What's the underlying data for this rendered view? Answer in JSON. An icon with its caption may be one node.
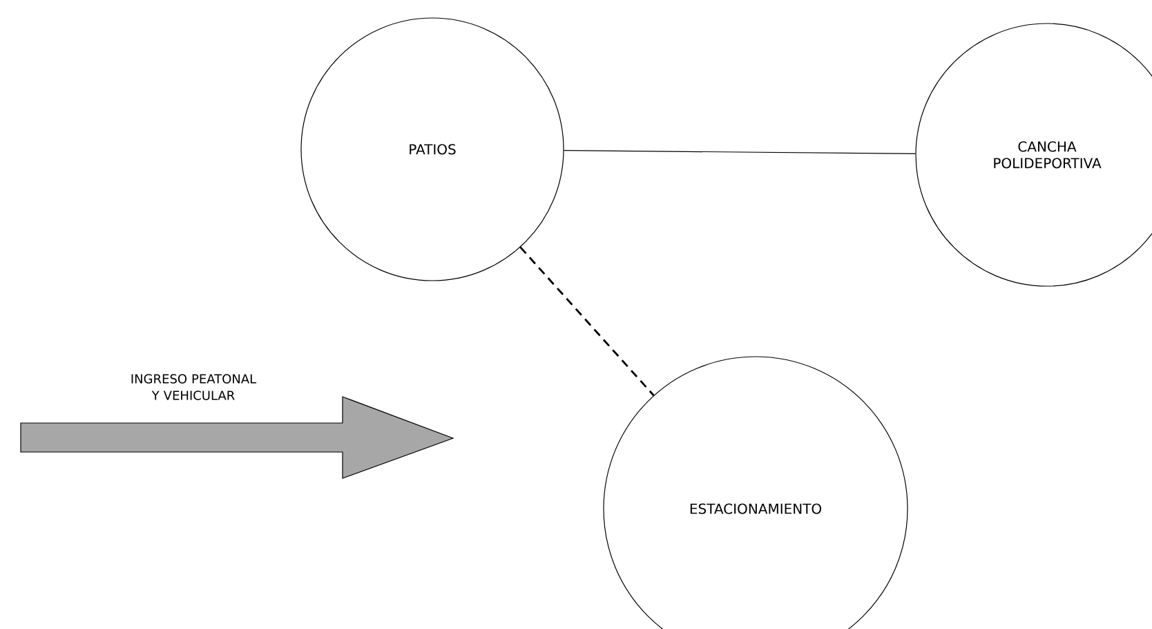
{
  "diagram": {
    "nodes": [
      {
        "text": [
          "PATIOS"
        ]
      },
      {
        "text": [
          "CANCHA POLIDEPORTIVA"
        ]
      },
      {
        "text": [
          "ESTACIONAMIENTO"
        ]
      }
    ],
    "edges": [
      {
        "from": 0,
        "to": 1,
        "arrow": "none"
      },
      {
        "from": 0,
        "to": 2,
        "arrow": "none",
        "style": "dashed"
      }
    ],
    "labels": [
      "INGRESO PEATONAL Y VEHICULAR"
    ]
  }
}
